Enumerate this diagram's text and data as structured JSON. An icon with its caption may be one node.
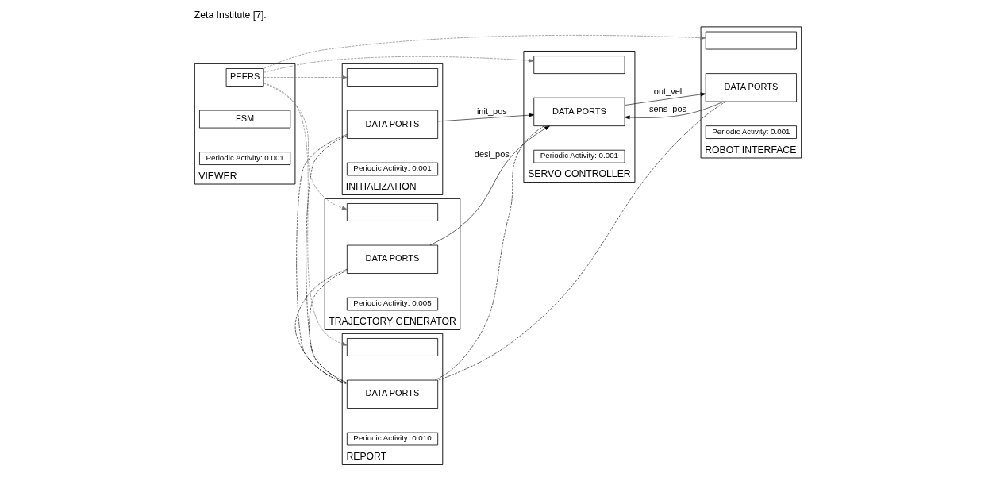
{
  "diagram": {
    "caption": "Zeta Institute [7].",
    "nodes": [
      {
        "text": [
          "VIEWER"
        ]
      },
      {
        "text": [
          "PEERS"
        ],
        "in": 0
      },
      {
        "text": [
          "FSM"
        ],
        "in": 0
      },
      {
        "text": [
          "Periodic Activity: 0.001"
        ],
        "in": 0
      },
      {
        "text": [
          "TRAJECTORY GENERATOR"
        ]
      },
      {
        "text": [],
        "shape": "box",
        "in": 4
      },
      {
        "text": [
          "DATA PORTS"
        ],
        "in": 4
      },
      {
        "text": [
          "Periodic Activity: 0.005"
        ],
        "in": 4
      },
      {
        "text": [
          "SERVO CONTROLLER"
        ]
      },
      {
        "text": [],
        "shape": "box",
        "in": 8
      },
      {
        "text": [
          "DATA PORTS"
        ],
        "in": 8
      },
      {
        "text": [
          "Periodic Activity: 0.001"
        ],
        "in": 8
      },
      {
        "text": [
          "ROBOT INTERFACE"
        ]
      },
      {
        "text": [],
        "shape": "box",
        "in": 12
      },
      {
        "text": [
          "DATA PORTS"
        ],
        "in": 12
      },
      {
        "text": [
          "Periodic Activity: 0.001"
        ],
        "in": 12
      },
      {
        "text": [
          "INITIALIZATION"
        ]
      },
      {
        "text": [],
        "shape": "box",
        "in": 16
      },
      {
        "text": [
          "DATA PORTS"
        ],
        "in": 16
      },
      {
        "text": [
          "Periodic Activity: 0.001"
        ],
        "in": 16
      },
      {
        "text": [
          "REPORT"
        ]
      },
      {
        "text": [],
        "shape": "box",
        "in": 20
      },
      {
        "text": [
          "DATA PORTS"
        ],
        "in": 20
      },
      {
        "text": [
          "Periodic Activity: 0.010"
        ],
        "in": 20
      }
    ],
    "edges": [
      {
        "from": 1,
        "to": 13,
        "arrow": "to",
        "style": "dashed",
        "color": "#707070"
      },
      {
        "from": 1,
        "to": 9,
        "arrow": "to",
        "style": "dashed",
        "color": "#707070"
      },
      {
        "from": 1,
        "to": 5,
        "arrow": "to",
        "style": "dashed",
        "color": "#707070"
      },
      {
        "from": 1,
        "to": 17,
        "arrow": "to",
        "style": "dashed",
        "color": "#707070"
      },
      {
        "from": 1,
        "to": 21,
        "arrow": "to",
        "style": "dashed",
        "color": "#707070"
      },
      {
        "from": 6,
        "to": 10,
        "arrow": "to",
        "label": "desi_pos"
      },
      {
        "from": 18,
        "to": 10,
        "arrow": "to",
        "label": "init_pos"
      },
      {
        "from": 10,
        "to": 14,
        "arrow": "to",
        "label": "out_vel"
      },
      {
        "from": 14,
        "to": 10,
        "arrow": "to",
        "label": "sens_pos"
      },
      {
        "from": 6,
        "to": 22,
        "arrow": "none",
        "style": "dashed"
      },
      {
        "from": 18,
        "to": 22,
        "arrow": "none",
        "style": "dashed"
      },
      {
        "from": 10,
        "to": 22,
        "arrow": "none",
        "style": "dashed"
      },
      {
        "from": 14,
        "to": 22,
        "arrow": "none",
        "style": "dashed"
      }
    ]
  }
}
